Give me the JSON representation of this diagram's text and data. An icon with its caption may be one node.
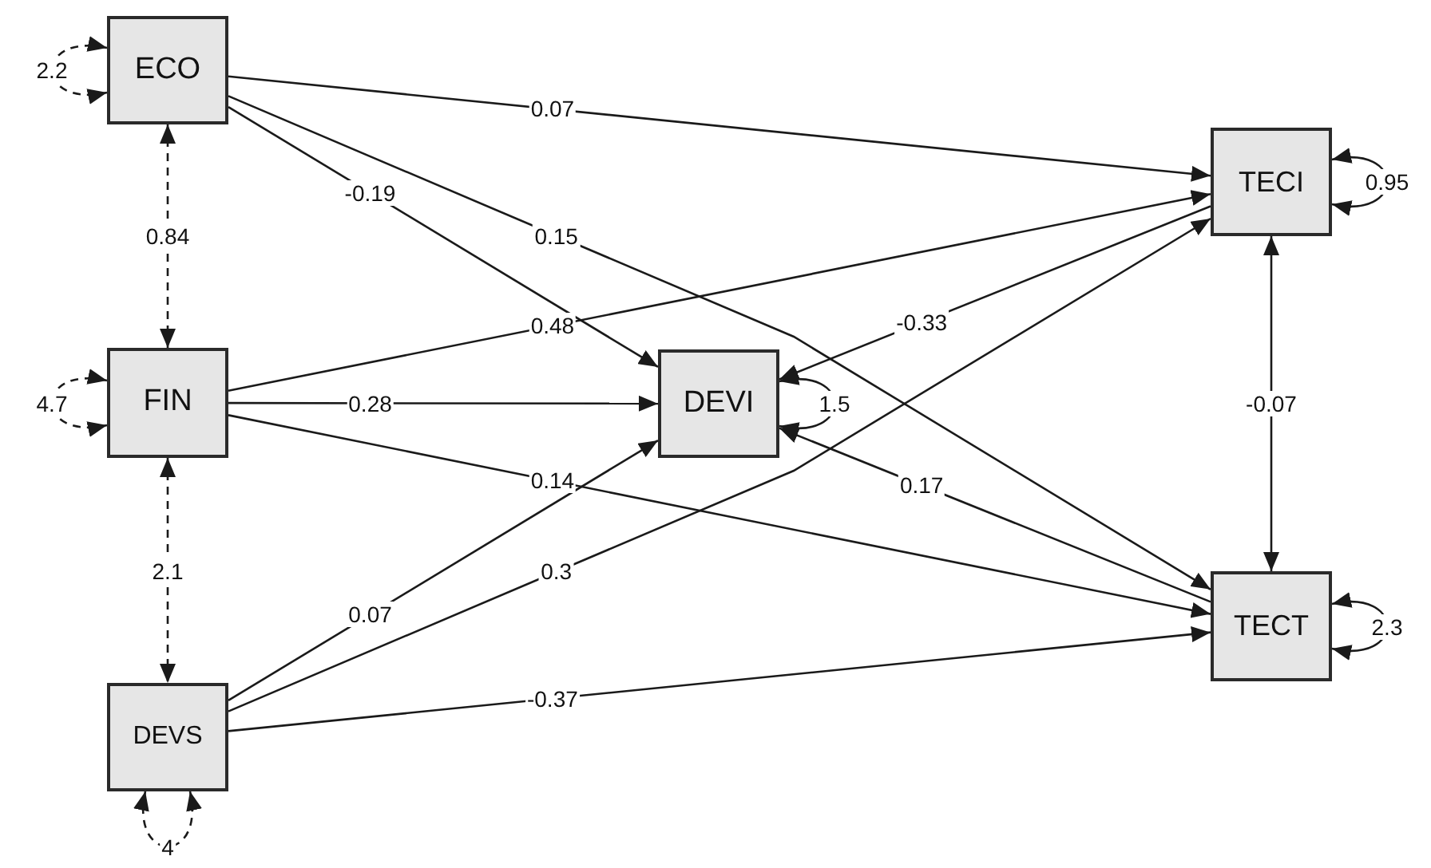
{
  "diagram": {
    "nodes": [
      {
        "text": [
          "ECO"
        ]
      },
      {
        "text": [
          "TECI"
        ]
      },
      {
        "text": [
          "FIN"
        ]
      },
      {
        "text": [
          "DEVI"
        ]
      },
      {
        "text": [
          "TECT"
        ]
      },
      {
        "text": [
          "DEVS"
        ]
      }
    ],
    "edges": [
      {
        "from": 0,
        "to": 1,
        "arrow": "to",
        "label": "0.07"
      },
      {
        "from": 0,
        "to": 3,
        "arrow": "to",
        "label": "-0.19"
      },
      {
        "from": 0,
        "to": 4,
        "arrow": "to",
        "label": "0.15"
      },
      {
        "from": 2,
        "to": 1,
        "arrow": "to",
        "label": "0.48"
      },
      {
        "from": 2,
        "to": 3,
        "arrow": "to",
        "label": "0.28"
      },
      {
        "from": 2,
        "to": 4,
        "arrow": "to",
        "label": "0.14"
      },
      {
        "from": 5,
        "to": 3,
        "arrow": "to",
        "label": "0.07"
      },
      {
        "from": 5,
        "to": 1,
        "arrow": "to",
        "label": "0.3"
      },
      {
        "from": 5,
        "to": 4,
        "arrow": "to",
        "label": "-0.37"
      },
      {
        "from": 1,
        "to": 3,
        "arrow": "to",
        "label": "-0.33"
      },
      {
        "from": 4,
        "to": 3,
        "arrow": "to",
        "label": "0.17"
      },
      {
        "from": 1,
        "to": 4,
        "arrow": "both",
        "label": "-0.07"
      },
      {
        "from": 0,
        "to": 2,
        "arrow": "both",
        "label": "0.84",
        "style": "dashed"
      },
      {
        "from": 2,
        "to": 5,
        "arrow": "both",
        "label": "2.1",
        "style": "dashed"
      },
      {
        "from": 0,
        "to": 0,
        "arrow": "both",
        "label": "2.2",
        "style": "dashed"
      },
      {
        "from": 2,
        "to": 2,
        "arrow": "both",
        "label": "4.7",
        "style": "dashed"
      },
      {
        "from": 5,
        "to": 5,
        "arrow": "both",
        "label": "4",
        "style": "dashed"
      },
      {
        "from": 3,
        "to": 3,
        "arrow": "both",
        "label": "1.5"
      },
      {
        "from": 1,
        "to": 1,
        "arrow": "both",
        "label": "0.95"
      },
      {
        "from": 4,
        "to": 4,
        "arrow": "both",
        "label": "2.3"
      }
    ]
  }
}
